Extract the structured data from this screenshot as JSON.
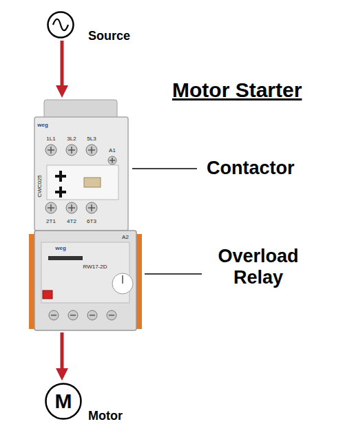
{
  "diagram": {
    "title": "Motor Starter",
    "nodes": [
      {
        "text": [
          "Source"
        ]
      },
      {
        "text": [
          "Contactor"
        ]
      },
      {
        "text": [
          "Overload Relay"
        ]
      },
      {
        "text": [
          "M",
          "Motor"
        ]
      }
    ],
    "edges": [
      {
        "from": 0,
        "to": 1,
        "arrow": "to"
      },
      {
        "from": 2,
        "to": 3,
        "arrow": "to"
      }
    ],
    "labels": [
      "1L1",
      "3L2",
      "5L3",
      "A1",
      "weg",
      "CWC025",
      "2T1",
      "4T2",
      "6T3",
      "weg",
      "RW17-2D",
      "A2"
    ]
  }
}
